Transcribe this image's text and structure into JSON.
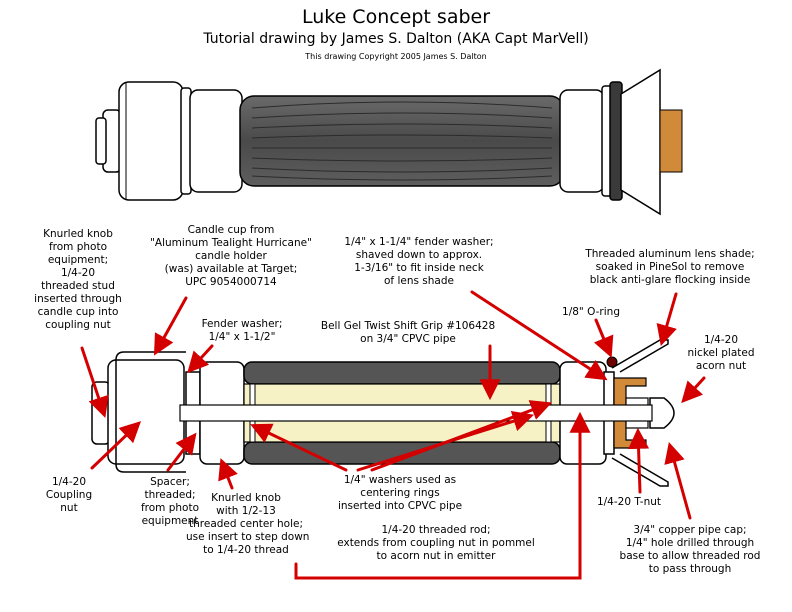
{
  "header": {
    "title": "Luke Concept saber",
    "subtitle": "Tutorial drawing by James S. Dalton (AKA Capt MarVell)",
    "copyright": "This drawing Copyright 2005 James S. Dalton"
  },
  "labels": {
    "knurled_knob_stud": "Knurled knob\nfrom photo\nequipment;\n1/4-20\nthreaded stud\ninserted through\ncandle cup into\ncoupling nut",
    "candle_cup": "Candle cup from\n\"Aluminum Tealight Hurricane\"\ncandle holder\n(was) available at Target;\nUPC 9054000714",
    "fender_washer_large": "1/4\" x 1-1/4\" fender washer;\nshaved down to approx.\n1-3/16\" to fit inside neck\nof lens shade",
    "lens_shade": "Threaded aluminum lens shade;\nsoaked in PineSol to remove\nblack anti-glare flocking inside",
    "o_ring": "1/8\" O-ring",
    "acorn_nut": "1/4-20\nnickel plated\nacorn nut",
    "fender_washer_small": "Fender washer;\n1/4\" x 1-1/2\"",
    "grip": "Bell Gel Twist Shift Grip #106428\non 3/4\" CPVC pipe",
    "coupling_nut": "1/4-20\nCoupling\nnut",
    "spacer": "Spacer;\nthreaded;\nfrom photo\nequipment",
    "knurled_knob_center": "Knurled knob\nwith 1/2-13\nthreaded center hole;\nuse insert to step down\nto 1/4-20 thread",
    "centering_washers": "1/4\" washers used as\ncentering rings\ninserted into CPVC pipe",
    "threaded_rod": "1/4-20 threaded rod;\nextends from coupling nut in pommel\nto acorn nut in emitter",
    "t_nut": "1/4-20 T-nut",
    "pipe_cap": "3/4\" copper pipe cap;\n1/4\" hole drilled through\nbase to allow threaded rod\nto pass through"
  },
  "colors": {
    "arrow": "#d40000",
    "grip_dark": "#4f4f4f",
    "grip_light": "#8a8a8a",
    "cpvc": "#f6f2c6",
    "copper": "#d08a3a",
    "outline": "#000000"
  }
}
